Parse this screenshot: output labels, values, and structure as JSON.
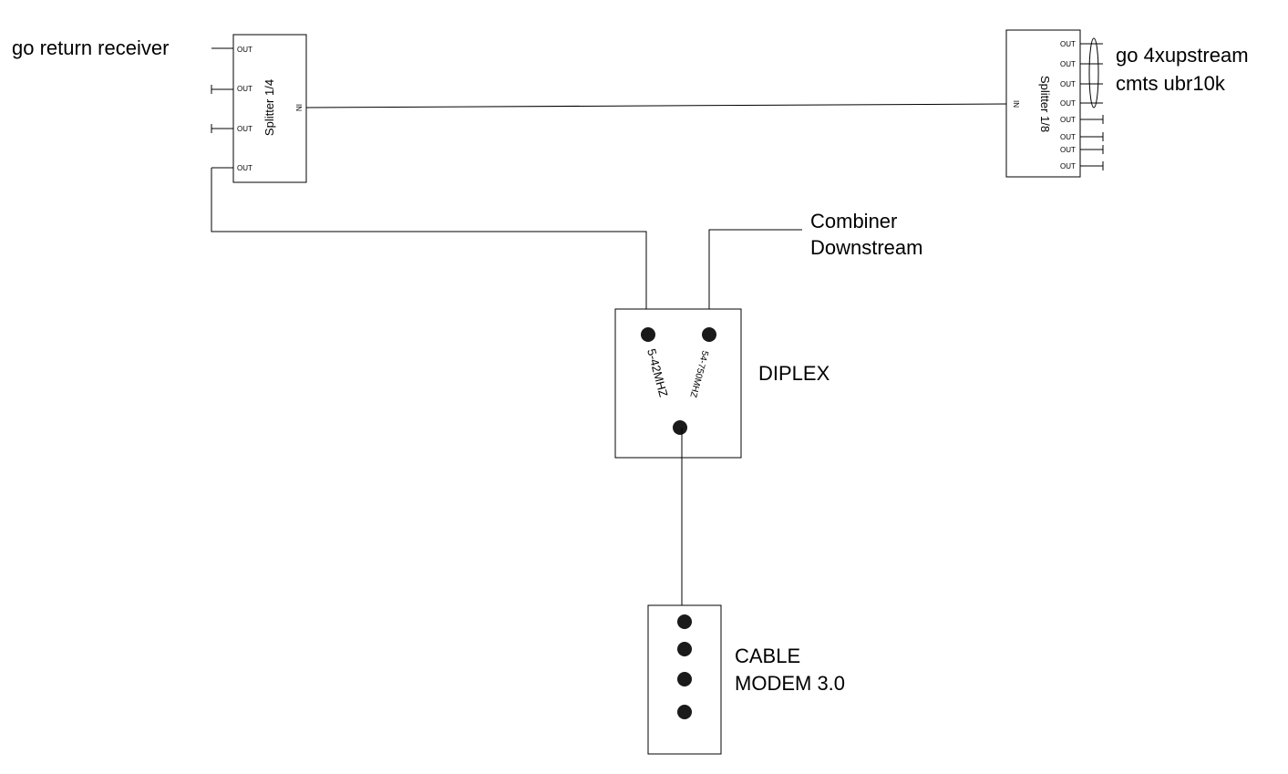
{
  "labels": {
    "go_return_receiver": "go return receiver",
    "go_upstream": "go 4xupstream",
    "cmts": "cmts ubr10k",
    "combiner": "Combiner",
    "downstream": "Downstream",
    "diplex": "DIPLEX",
    "cable": "CABLE",
    "modem": "MODEM 3.0"
  },
  "splitter_left": {
    "title": "Splitter 1/4",
    "in_label": "IN",
    "ports": [
      "OUT",
      "OUT",
      "OUT",
      "OUT"
    ]
  },
  "splitter_right": {
    "title": "Splitter 1/8",
    "in_label": "IN",
    "ports": [
      "OUT",
      "OUT",
      "OUT",
      "OUT",
      "OUT",
      "OUT",
      "OUT",
      "OUT"
    ]
  },
  "diplex": {
    "low_band": "5-42MHZ",
    "high_band": "54-750MHZ"
  }
}
